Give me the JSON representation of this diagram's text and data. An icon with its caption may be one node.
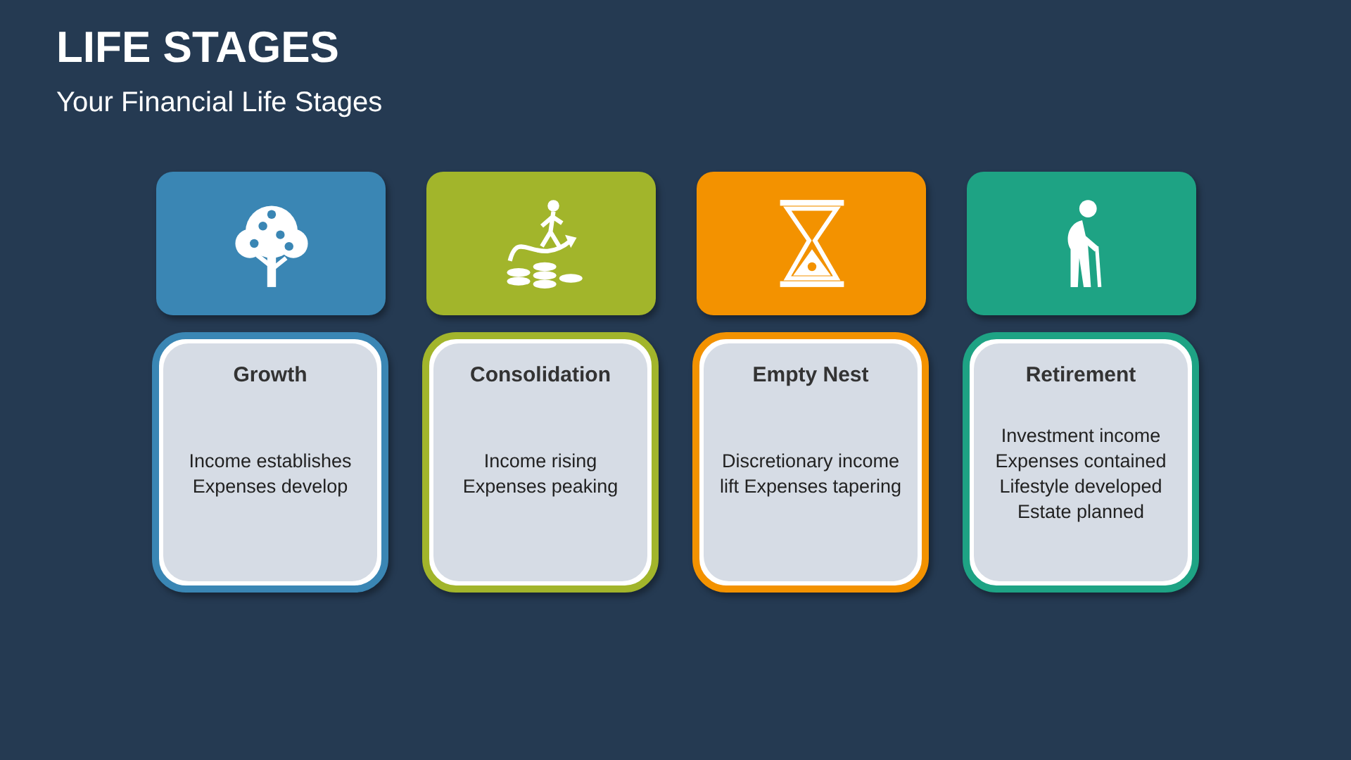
{
  "diagram": {
    "title": "LIFE STAGES",
    "caption": "Your Financial Life Stages",
    "nodes": [
      {
        "text": [],
        "shape": "box"
      },
      {
        "text": [],
        "shape": "box"
      },
      {
        "text": [],
        "shape": "box"
      },
      {
        "text": [],
        "shape": "box"
      },
      {
        "text": [
          "Growth",
          "Income establishes Expenses develop"
        ]
      },
      {
        "text": [
          "Consolidation",
          "Income rising Expenses peaking"
        ]
      },
      {
        "text": [
          "Empty Nest",
          "Discretionary income lift Expenses tapering"
        ]
      },
      {
        "text": [
          "Retirement",
          "Investment income Expenses contained Lifestyle developed Estate planned"
        ]
      }
    ]
  }
}
